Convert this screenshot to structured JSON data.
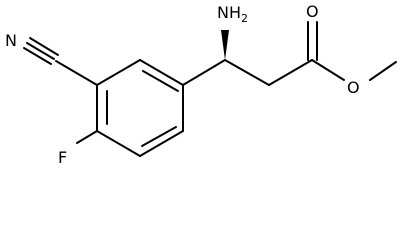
{
  "molecule": {
    "atoms": {
      "amine_N": "N",
      "amine_H": "H",
      "amine_count": "2",
      "carbonyl_O": "O",
      "ester_O": "O",
      "nitrile_N": "N",
      "fluorine": "F"
    },
    "colors": {
      "bond": "#000000",
      "text": "#000000",
      "background": "#ffffff"
    }
  }
}
